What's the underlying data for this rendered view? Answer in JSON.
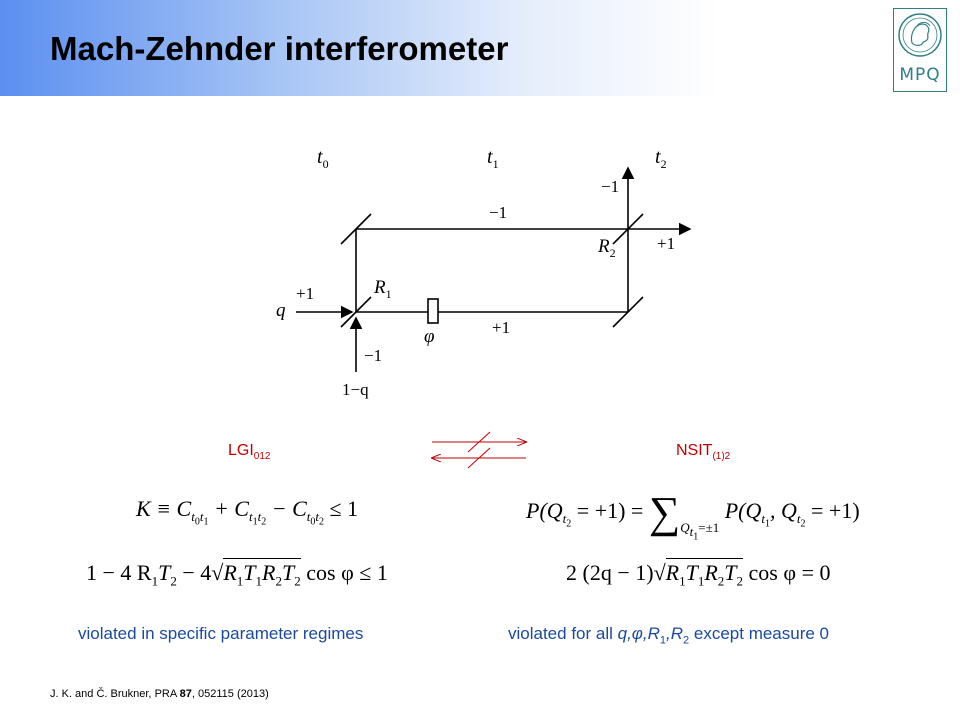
{
  "slide": {
    "title": "Mach-Zehnder interferometer",
    "logo_text": "MPQ",
    "citation_authors": "J. K. and Č. Brukner,",
    "citation_journal": "PRA",
    "citation_volume": "87",
    "citation_rest": ", 052115 (2013)"
  },
  "diagram": {
    "t0": "t",
    "t0_sub": "0",
    "t1": "t",
    "t1_sub": "1",
    "t2": "t",
    "t2_sub": "2",
    "top_path": "−1",
    "top_exit_up": "−1",
    "right_exit": "+1",
    "r1": "R",
    "r1_sub": "1",
    "r2": "R",
    "r2_sub": "2",
    "input_q": "q",
    "input_plus": "+1",
    "bottom_path": "+1",
    "phase": "φ",
    "bottom_input_minus": "−1",
    "bottom_input_prob": "1−q"
  },
  "labels": {
    "lgi": "LGI",
    "lgi_sub": "012",
    "nsit": "NSIT",
    "nsit_sub": "(1)2"
  },
  "equations": {
    "eq1_K": "K ≡ C",
    "eq1_rest_a": " + C",
    "eq1_rest_b": " − C",
    "eq1_end": " ≤ 1",
    "eq2_start": "1 − 4 R",
    "eq2_mid": " − 4",
    "eq2_sqrt": "R",
    "eq2_end": " cos φ ≤ 1",
    "eq3_start": "P(Q",
    "eq3_mid": " = +1) = ",
    "eq3_sum": "∑",
    "eq3_sumsub": "Q",
    "eq3_sumsub_rest": "=±1",
    "eq3_rhs": " P(Q",
    "eq3_rhs_mid": ", Q",
    "eq3_end": " = +1)",
    "eq4_start": "2 (2q − 1)",
    "eq4_end": " cos φ = 0"
  },
  "notes": {
    "left": "violated in specific parameter regimes",
    "right_a": "violated for all ",
    "right_vars": "q,φ,R",
    "right_sub1": "1",
    "right_comma": ",R",
    "right_sub2": "2",
    "right_end": " except measure 0"
  },
  "colors": {
    "accent_red": "#c00000",
    "note_blue": "#1a4aa0",
    "logo_teal": "#2f7f86"
  }
}
